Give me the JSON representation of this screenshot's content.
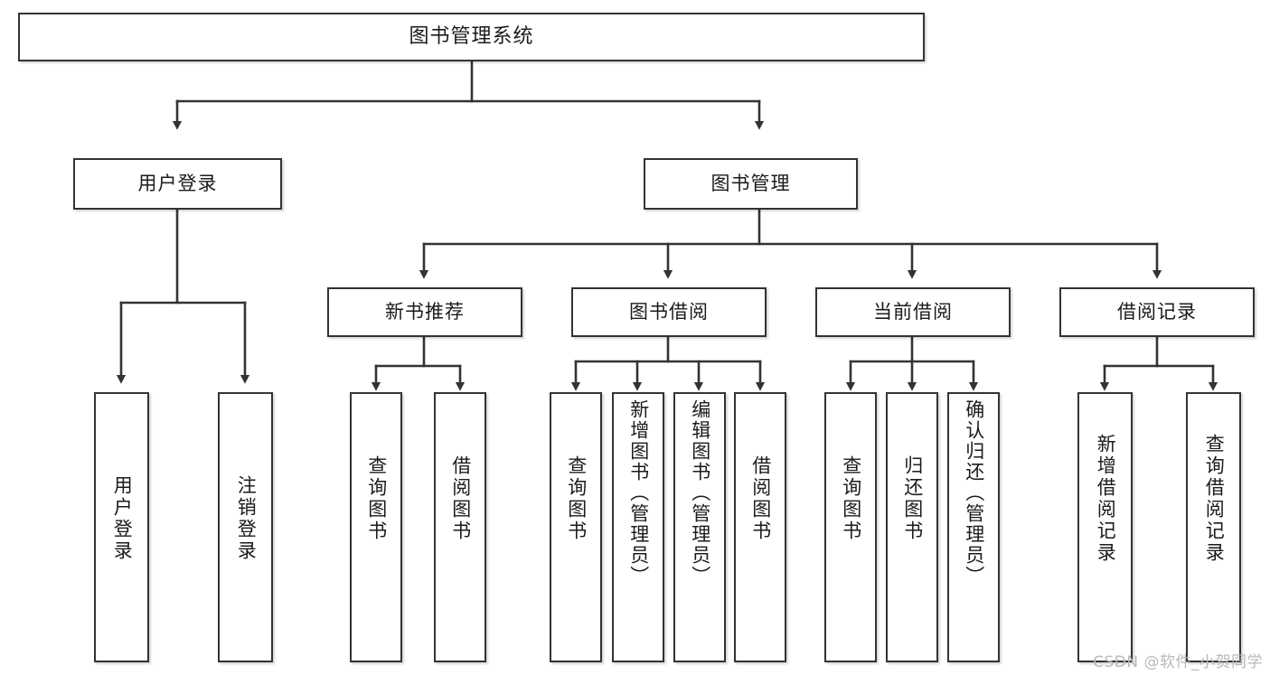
{
  "diagram": {
    "title": "图书管理系统",
    "type": "tree-hierarchy-diagram",
    "watermark": "CSDN @软件_小贺同学",
    "colors": {
      "stroke": "#333333",
      "fill": "#ffffff",
      "text": "#1b1b1b",
      "watermark": "#b9b9b9"
    },
    "levels": {
      "root": "图书管理系统",
      "level2": [
        "用户登录",
        "图书管理"
      ],
      "level3": [
        "新书推荐",
        "图书借阅",
        "当前借阅",
        "借阅记录"
      ]
    },
    "nodes": {
      "root": {
        "label": "图书管理系统"
      },
      "user_login": {
        "label": "用户登录"
      },
      "book_manage": {
        "label": "图书管理"
      },
      "new_book_rec": {
        "label": "新书推荐"
      },
      "book_borrow": {
        "label": "图书借阅"
      },
      "current_borrow": {
        "label": "当前借阅"
      },
      "borrow_record": {
        "label": "借阅记录"
      },
      "leaf_1": {
        "label": "用户登录"
      },
      "leaf_2": {
        "label": "注销登录"
      },
      "leaf_3": {
        "label": "查询图书"
      },
      "leaf_4": {
        "label": "借阅图书"
      },
      "leaf_5": {
        "label": "查询图书"
      },
      "leaf_6": {
        "label": "新增图书（管理员）"
      },
      "leaf_7": {
        "label": "编辑图书（管理员）"
      },
      "leaf_8": {
        "label": "借阅图书"
      },
      "leaf_9": {
        "label": "查询图书"
      },
      "leaf_10": {
        "label": "归还图书"
      },
      "leaf_11": {
        "label": "确认归还（管理员）"
      },
      "leaf_12": {
        "label": "新增借阅记录"
      },
      "leaf_13": {
        "label": "查询借阅记录"
      }
    },
    "edges": [
      {
        "from": "root",
        "to": "user_login"
      },
      {
        "from": "root",
        "to": "book_manage"
      },
      {
        "from": "user_login",
        "to": "leaf_1"
      },
      {
        "from": "user_login",
        "to": "leaf_2"
      },
      {
        "from": "book_manage",
        "to": "new_book_rec"
      },
      {
        "from": "book_manage",
        "to": "book_borrow"
      },
      {
        "from": "book_manage",
        "to": "current_borrow"
      },
      {
        "from": "book_manage",
        "to": "borrow_record"
      },
      {
        "from": "new_book_rec",
        "to": "leaf_3"
      },
      {
        "from": "new_book_rec",
        "to": "leaf_4"
      },
      {
        "from": "book_borrow",
        "to": "leaf_5"
      },
      {
        "from": "book_borrow",
        "to": "leaf_6"
      },
      {
        "from": "book_borrow",
        "to": "leaf_7"
      },
      {
        "from": "book_borrow",
        "to": "leaf_8"
      },
      {
        "from": "current_borrow",
        "to": "leaf_9"
      },
      {
        "from": "current_borrow",
        "to": "leaf_10"
      },
      {
        "from": "current_borrow",
        "to": "leaf_11"
      },
      {
        "from": "borrow_record",
        "to": "leaf_12"
      },
      {
        "from": "borrow_record",
        "to": "leaf_13"
      }
    ]
  }
}
